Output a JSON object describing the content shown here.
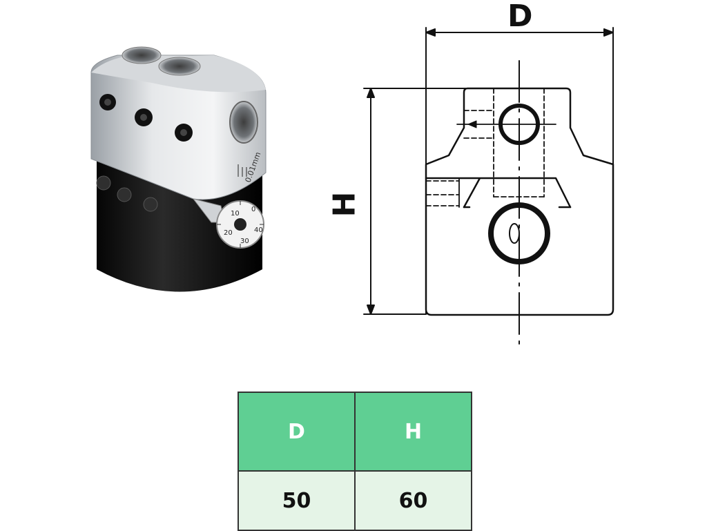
{
  "drawing": {
    "dimension_labels": {
      "diameter": "D",
      "height": "H"
    },
    "dial_numbers": [
      "0",
      "10",
      "20",
      "30",
      "40"
    ],
    "dial_unit": "0.01mm"
  },
  "table": {
    "headers": [
      "D",
      "H"
    ],
    "values": [
      "50",
      "60"
    ],
    "colors": {
      "header_bg": "#5fcf93",
      "header_text": "#ffffff",
      "value_bg": "#e5f4e7"
    }
  }
}
